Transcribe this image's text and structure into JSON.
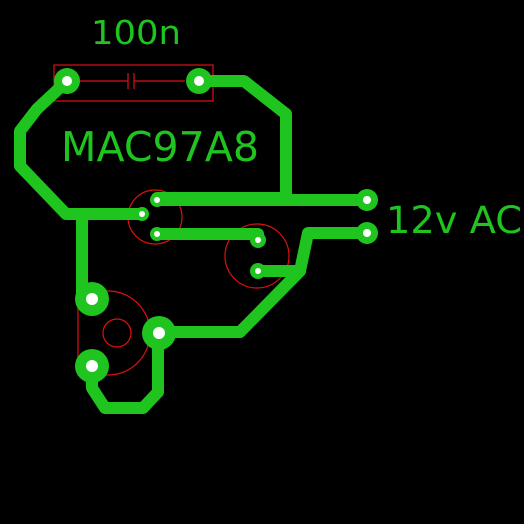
{
  "labels": {
    "capacitor_value": "100n",
    "component_name": "MAC97A8",
    "input_label": "12v AC"
  },
  "colors": {
    "background": "#000000",
    "copper": "#1fc41f",
    "silkscreen": "#e01010",
    "pad_hole": "#ffffff"
  }
}
